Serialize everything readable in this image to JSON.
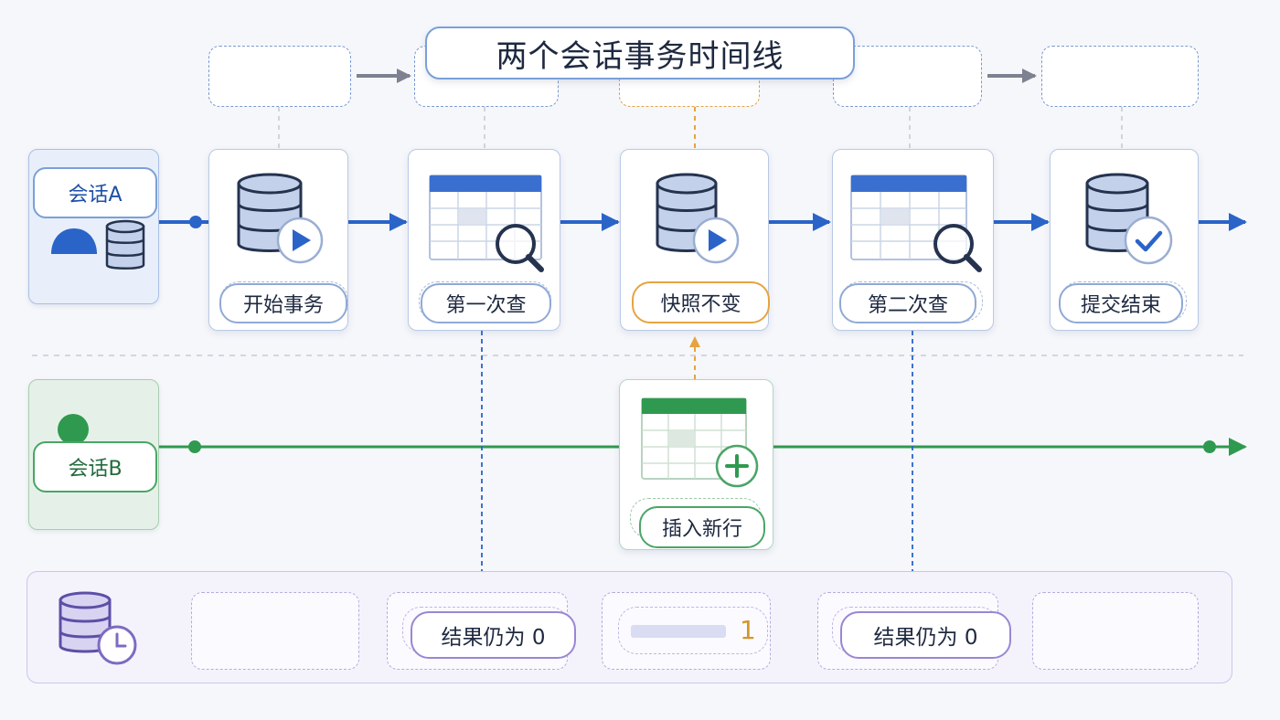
{
  "title": "两个会话事务时间线",
  "sessions": {
    "a": {
      "label": "会话A",
      "color": "#2a64c9"
    },
    "b": {
      "label": "会话B",
      "color": "#2f9a4f"
    }
  },
  "steps_a": [
    {
      "label": "开始事务",
      "icon": "database-play-icon"
    },
    {
      "label": "第一次查",
      "icon": "table-search-icon"
    },
    {
      "label": "快照不变",
      "icon": "database-play-icon"
    },
    {
      "label": "第二次查",
      "icon": "table-search-icon"
    },
    {
      "label": "提交结束",
      "icon": "database-check-icon"
    }
  ],
  "step_b": {
    "label": "插入新行",
    "icon": "table-add-icon"
  },
  "results": {
    "first": "结果仍为 0",
    "committed_count": "1",
    "second": "结果仍为 0"
  },
  "colors": {
    "accent_orange": "#e6a440",
    "storage_purple": "#9b86d4"
  }
}
